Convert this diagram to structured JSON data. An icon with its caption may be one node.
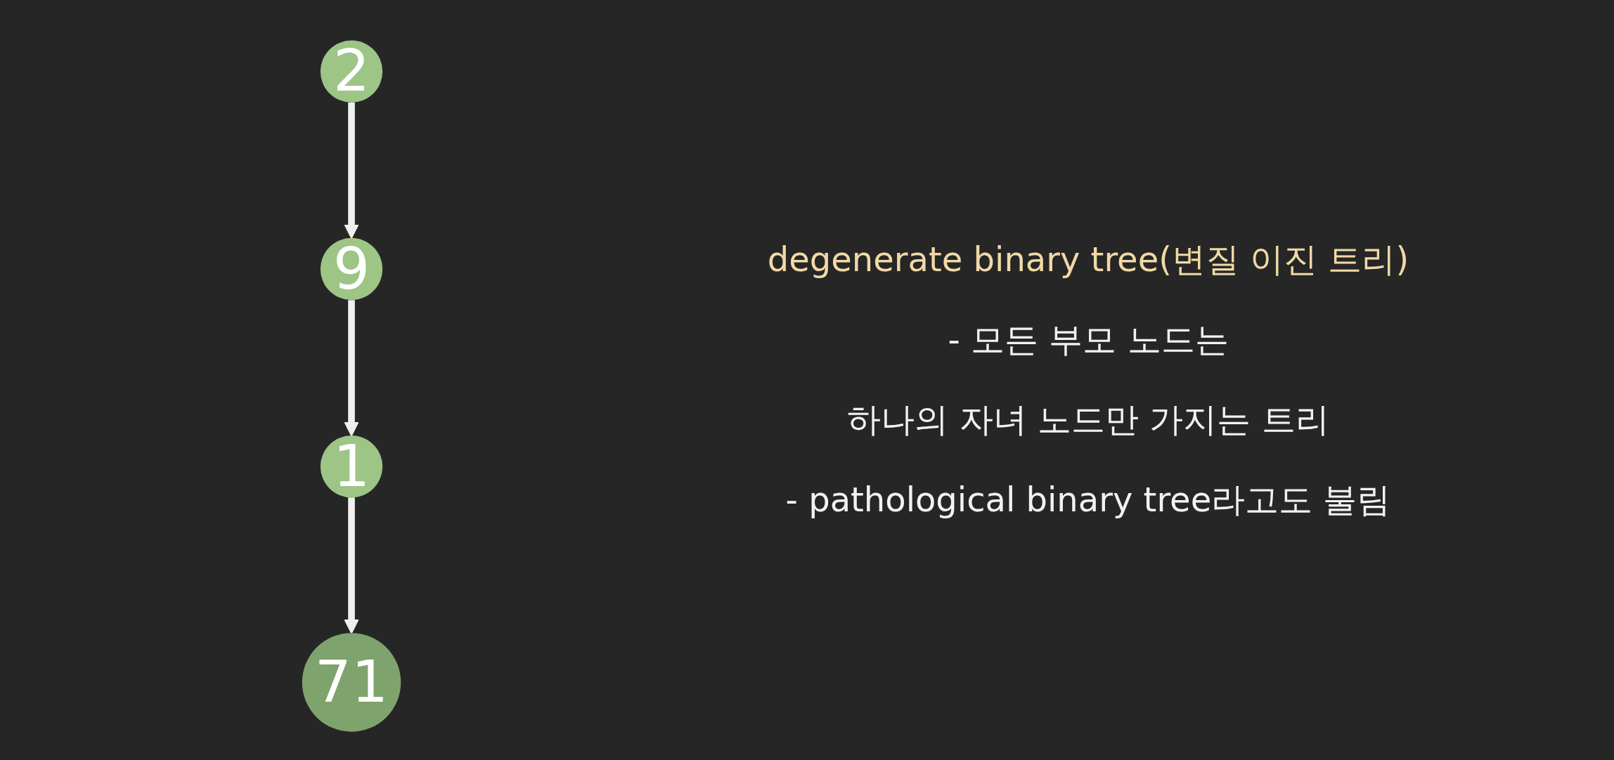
{
  "diagram": {
    "nodes": [
      {
        "text": [
          "2"
        ]
      },
      {
        "text": [
          "9"
        ]
      },
      {
        "text": [
          "1"
        ]
      },
      {
        "text": [
          "71"
        ]
      }
    ],
    "edges": [
      {
        "from": 0,
        "to": 1,
        "arrow": "to"
      },
      {
        "from": 1,
        "to": 2,
        "arrow": "to"
      },
      {
        "from": 2,
        "to": 3,
        "arrow": "to"
      }
    ],
    "labels": [
      "degenerate binary tree(변질 이진 트리)",
      "- 모든 부모 노드는",
      "하나의 자녀 노드만 가지는 트리",
      "- pathological binary tree라고도 불림"
    ]
  }
}
